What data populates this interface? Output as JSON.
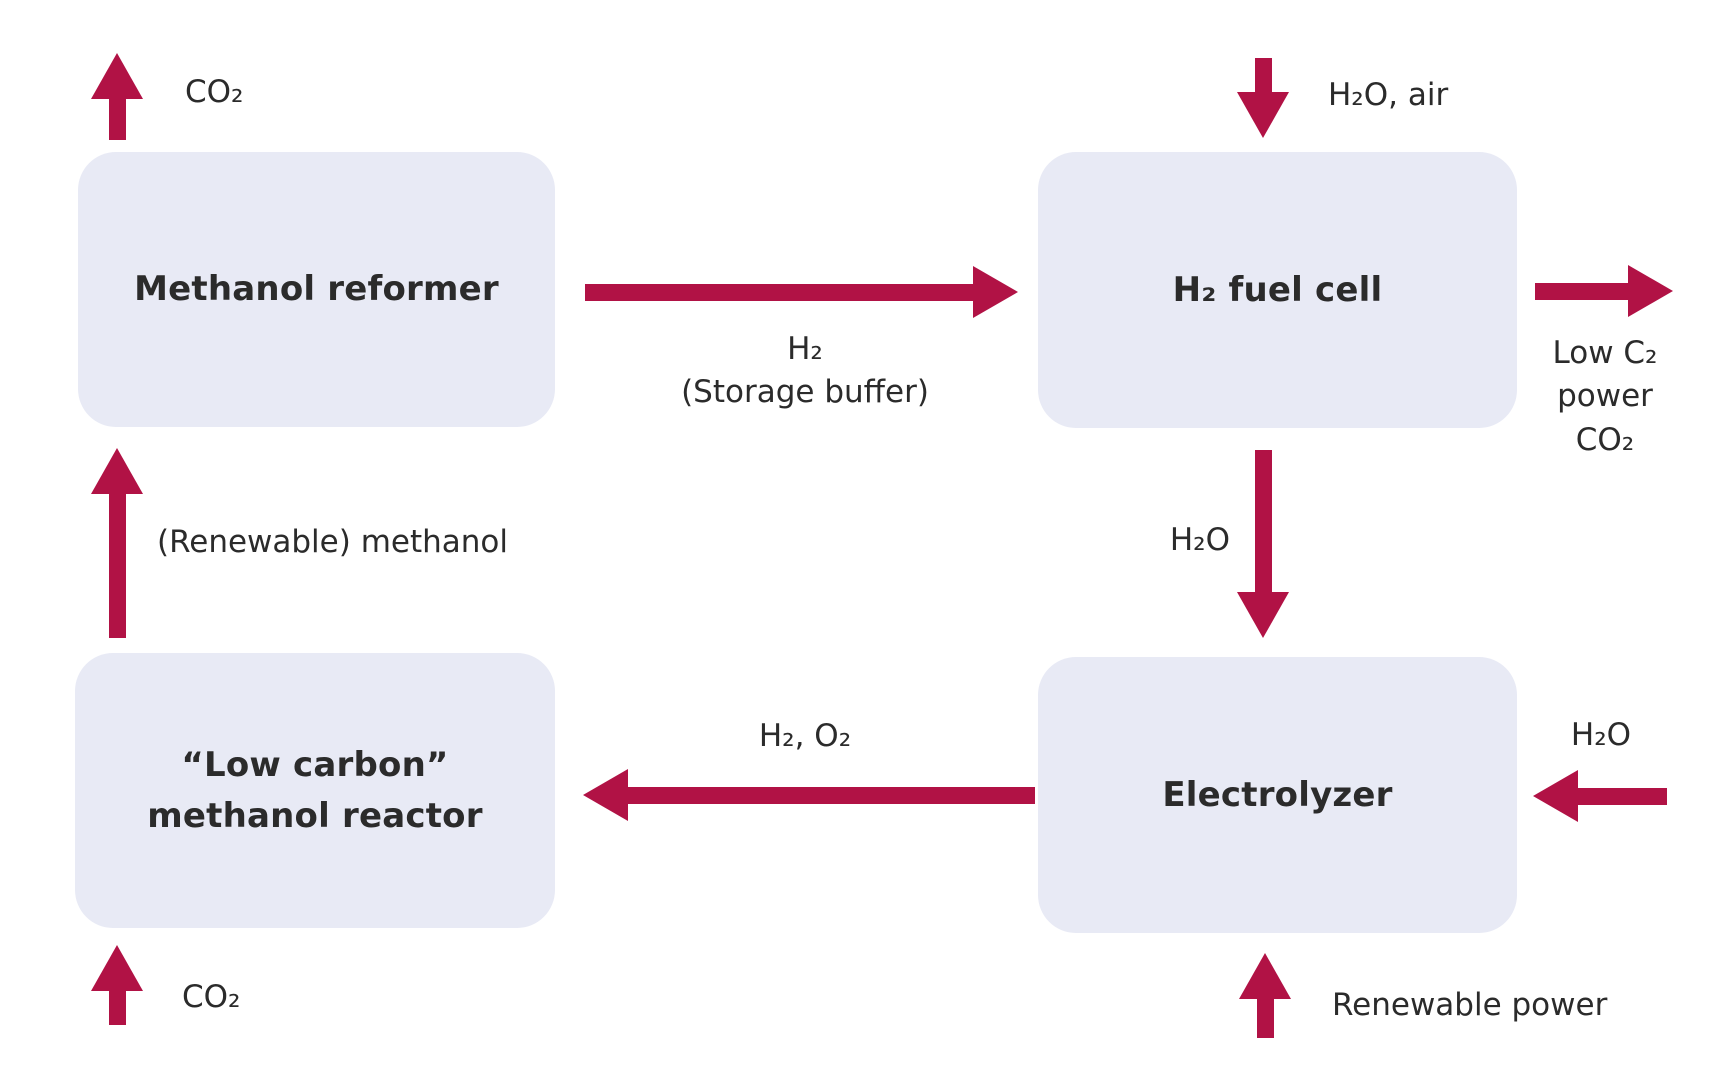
{
  "colors": {
    "accent": "#b11245",
    "box_fill": "#e8eaf5",
    "ink": "#2b2b2b",
    "background": "#ffffff"
  },
  "diagram": {
    "boxes": {
      "methanol_reformer": {
        "label": "Methanol reformer"
      },
      "h2_fuel_cell": {
        "label": "H₂ fuel cell"
      },
      "low_carbon_methanol_reactor": {
        "label": "“Low carbon”\nmethanol reactor"
      },
      "electrolyzer": {
        "label": "Electrolyzer"
      }
    },
    "flows": {
      "co2_out_top": "CO₂",
      "h2_storage": "H₂\n(Storage buffer)",
      "h2o_air_in": "H₂O, air",
      "low_c_power_out": "Low C₂\npower\nCO₂",
      "h2o_recycle": "H₂O",
      "renewable_methanol": "(Renewable) methanol",
      "h2_o2": "H₂, O₂",
      "h2o_in": "H₂O",
      "co2_in_bottom": "CO₂",
      "renewable_power": "Renewable power"
    }
  }
}
